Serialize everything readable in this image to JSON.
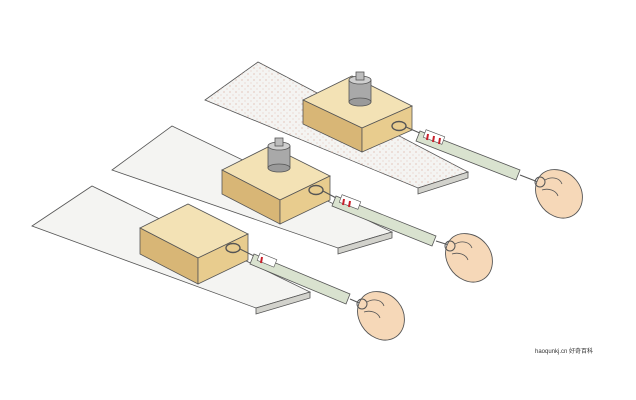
{
  "watermark": "haoqunkj.cn 好奇百科",
  "colors": {
    "board_top": "#f4f4f2",
    "board_edge": "#d2d2cc",
    "block_top": "#f3e2b5",
    "block_front": "#e8cc8e",
    "block_side": "#d8b676",
    "meter_body": "#d9e2cf",
    "meter_mark": "#c8202a",
    "weight": "#a9a9a9",
    "hand": "#f6d8b8",
    "line": "#555555"
  },
  "setups": [
    {
      "name": "smooth-board-no-weight",
      "has_weight": false,
      "rough_surface": false
    },
    {
      "name": "smooth-board-with-weight",
      "has_weight": true,
      "rough_surface": false
    },
    {
      "name": "rough-board-with-weight",
      "has_weight": true,
      "rough_surface": true
    }
  ]
}
